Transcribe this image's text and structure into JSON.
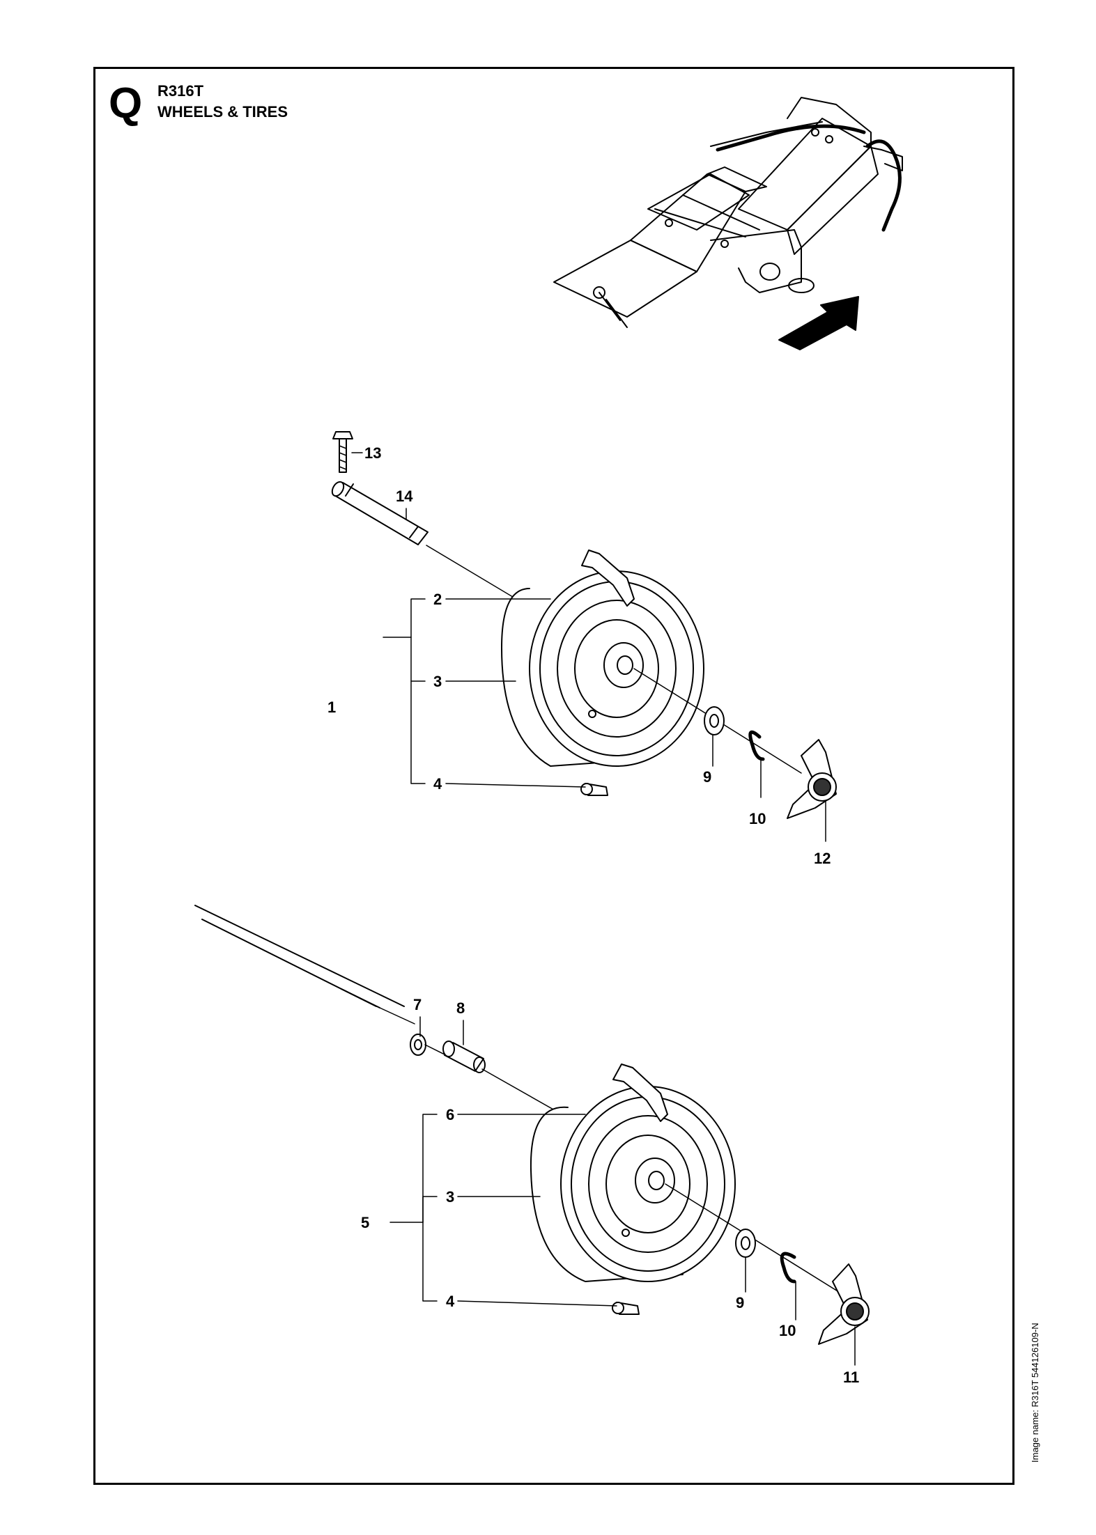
{
  "header": {
    "section_letter": "Q",
    "model": "R316T",
    "title": "WHEELS & TIRES"
  },
  "side_note": "Image name: R316T 544126109-N",
  "callouts": {
    "c1": "1",
    "c2a": "2",
    "c3a": "3",
    "c4a": "4",
    "c5": "5",
    "c6": "6",
    "c3b": "3",
    "c4b": "4",
    "c7": "7",
    "c8": "8",
    "c9a": "9",
    "c10a": "10",
    "c12": "12",
    "c9b": "9",
    "c10b": "10",
    "c11": "11",
    "c13": "13",
    "c14": "14"
  }
}
